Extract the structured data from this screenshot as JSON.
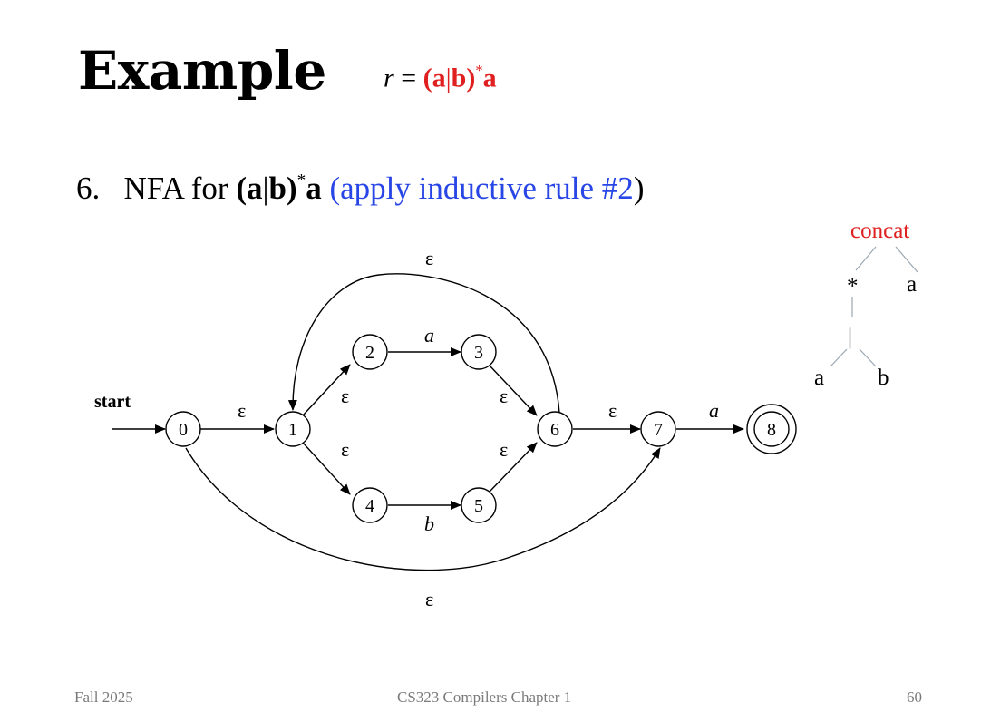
{
  "slide": {
    "title": "Example",
    "title_formula": {
      "var": "r",
      "eq": " = ",
      "open": "(",
      "a1": "a",
      "bar": "|",
      "b1": "b",
      "close": ")",
      "star": "*",
      "a2": "a"
    },
    "subtitle": {
      "num": "6.",
      "pre": "NFA for ",
      "expr_open": "(a",
      "expr_bar": "|",
      "expr_b": "b)",
      "expr_star": "*",
      "expr_a": "a",
      "note_open": " (",
      "note": "apply inductive rule #2",
      "note_close": ")"
    }
  },
  "nfa": {
    "start_label": "start",
    "states": [
      "0",
      "1",
      "2",
      "3",
      "4",
      "5",
      "6",
      "7",
      "8"
    ],
    "accepting_state": "8",
    "transitions": [
      {
        "from": "0",
        "to": "1",
        "label": "ε"
      },
      {
        "from": "1",
        "to": "2",
        "label": "ε"
      },
      {
        "from": "1",
        "to": "4",
        "label": "ε"
      },
      {
        "from": "2",
        "to": "3",
        "label": "a"
      },
      {
        "from": "4",
        "to": "5",
        "label": "b"
      },
      {
        "from": "3",
        "to": "6",
        "label": "ε"
      },
      {
        "from": "5",
        "to": "6",
        "label": "ε"
      },
      {
        "from": "6",
        "to": "1",
        "label": "ε"
      },
      {
        "from": "6",
        "to": "7",
        "label": "ε"
      },
      {
        "from": "0",
        "to": "7",
        "label": "ε"
      },
      {
        "from": "7",
        "to": "8",
        "label": "a"
      }
    ]
  },
  "syntax_tree": {
    "root": "concat",
    "star": "*",
    "right": "a",
    "alt": "|",
    "alt_left": "a",
    "alt_right": "b"
  },
  "colors": {
    "red": "#e02020",
    "blue": "#2845e6",
    "footer": "#7a7a7a"
  },
  "footer": {
    "left": "Fall 2025",
    "center": "CS323 Compilers Chapter 1",
    "right": "60"
  }
}
